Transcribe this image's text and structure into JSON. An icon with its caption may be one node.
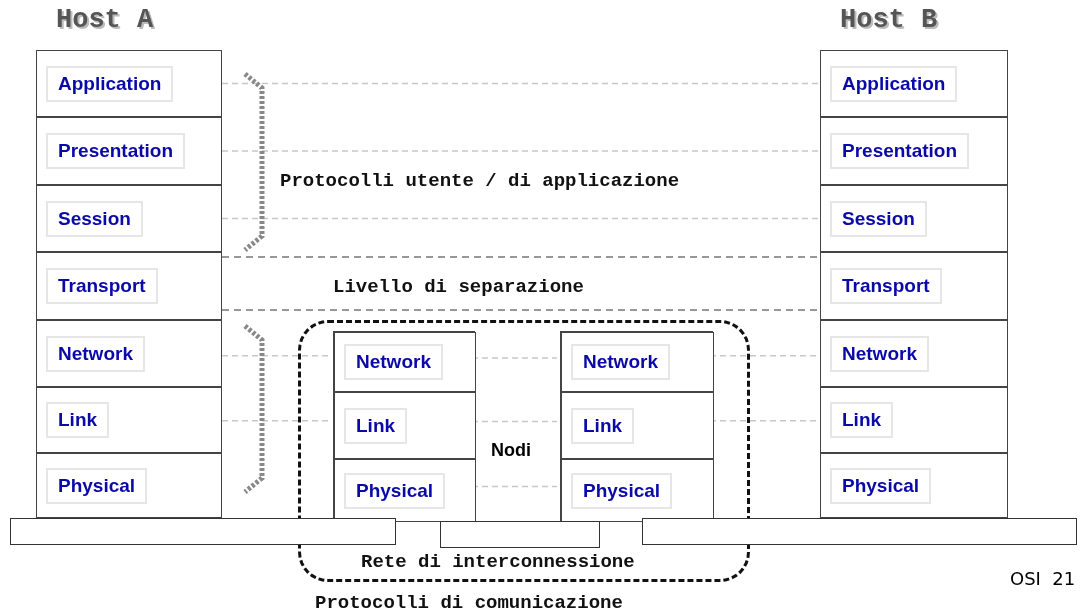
{
  "diagram": {
    "nodes": [
      {
        "text": [
          "Host A"
        ]
      },
      {
        "text": [
          "Application"
        ],
        "in": 0
      },
      {
        "text": [
          "Presentation"
        ],
        "in": 0
      },
      {
        "text": [
          "Session"
        ],
        "in": 0
      },
      {
        "text": [
          "Transport"
        ],
        "in": 0
      },
      {
        "text": [
          "Network"
        ],
        "in": 0
      },
      {
        "text": [
          "Link"
        ],
        "in": 0
      },
      {
        "text": [
          "Physical"
        ],
        "in": 0
      },
      {
        "text": [
          "Host B"
        ]
      },
      {
        "text": [
          "Application"
        ],
        "in": 8
      },
      {
        "text": [
          "Presentation"
        ],
        "in": 8
      },
      {
        "text": [
          "Session"
        ],
        "in": 8
      },
      {
        "text": [
          "Transport"
        ],
        "in": 8
      },
      {
        "text": [
          "Network"
        ],
        "in": 8
      },
      {
        "text": [
          "Link"
        ],
        "in": 8
      },
      {
        "text": [
          "Physical"
        ],
        "in": 8
      },
      {
        "text": [
          "Rete di interconnessione"
        ]
      },
      {
        "text": [],
        "shape": "box",
        "in": 16
      },
      {
        "text": [
          "Network"
        ],
        "in": 17
      },
      {
        "text": [
          "Link"
        ],
        "in": 17
      },
      {
        "text": [
          "Physical"
        ],
        "in": 17
      },
      {
        "text": [],
        "shape": "box",
        "in": 16
      },
      {
        "text": [
          "Network"
        ],
        "in": 21
      },
      {
        "text": [
          "Link"
        ],
        "in": 21
      },
      {
        "text": [
          "Physical"
        ],
        "in": 21
      },
      {
        "text": [],
        "shape": "bar"
      },
      {
        "text": [],
        "shape": "bar",
        "in": 16
      },
      {
        "text": [],
        "shape": "bar"
      }
    ],
    "edges": [
      {
        "from": 1,
        "to": 9,
        "arrow": "none",
        "style": "dashed"
      },
      {
        "from": 2,
        "to": 10,
        "arrow": "none",
        "style": "dashed"
      },
      {
        "from": 3,
        "to": 11,
        "arrow": "none",
        "style": "dashed"
      },
      {
        "from": 5,
        "to": 18,
        "arrow": "none",
        "style": "dashed"
      },
      {
        "from": 18,
        "to": 22,
        "arrow": "none",
        "style": "dashed"
      },
      {
        "from": 22,
        "to": 13,
        "arrow": "none",
        "style": "dashed"
      },
      {
        "from": 6,
        "to": 19,
        "arrow": "none",
        "style": "dashed"
      },
      {
        "from": 19,
        "to": 23,
        "arrow": "none",
        "style": "dashed"
      },
      {
        "from": 23,
        "to": 14,
        "arrow": "none",
        "style": "dashed"
      },
      {
        "from": 20,
        "to": 24,
        "arrow": "none",
        "style": "dashed"
      }
    ],
    "labels": [
      "Protocolli utente / di applicazione",
      "Livello di separazione",
      "Nodi",
      "Protocolli di comunicazione",
      "OSI  21"
    ]
  }
}
